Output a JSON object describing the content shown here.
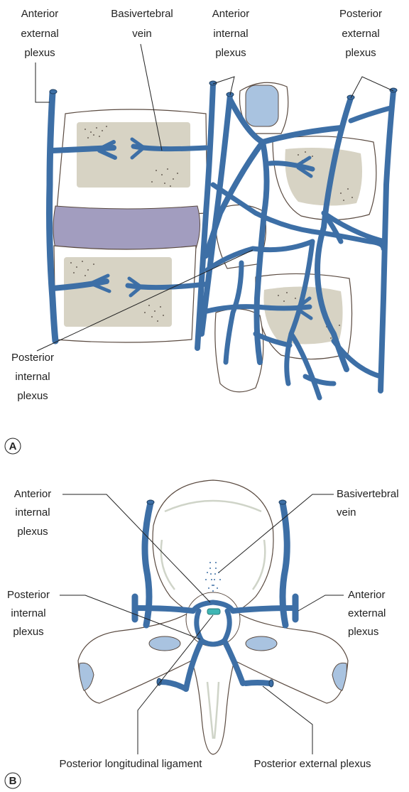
{
  "panel_a": {
    "letter": "A",
    "labels": {
      "anterior_external": [
        "Anterior",
        "external",
        "plexus"
      ],
      "basivertebral": [
        "Basivertebral",
        "vein"
      ],
      "anterior_internal": [
        "Anterior",
        "internal",
        "plexus"
      ],
      "posterior_external": [
        "Posterior",
        "external",
        "plexus"
      ],
      "posterior_internal": [
        "Posterior",
        "internal",
        "plexus"
      ]
    }
  },
  "panel_b": {
    "letter": "B",
    "labels": {
      "anterior_internal": [
        "Anterior",
        "internal",
        "plexus"
      ],
      "basivertebral": [
        "Basivertebral",
        "vein"
      ],
      "posterior_internal": [
        "Posterior",
        "internal",
        "plexus"
      ],
      "anterior_external": [
        "Anterior",
        "external",
        "plexus"
      ],
      "posterior_longitudinal_ligament": "Posterior longitudinal ligament",
      "posterior_external": "Posterior external plexus"
    }
  },
  "colors": {
    "vein": "#3d6fa6",
    "bone_cancellous": "#d7d3c4",
    "intervertebral_disc": "#a29dbf",
    "ligament": "#3fb6b4",
    "pale_blue": "#a9c3e0"
  }
}
